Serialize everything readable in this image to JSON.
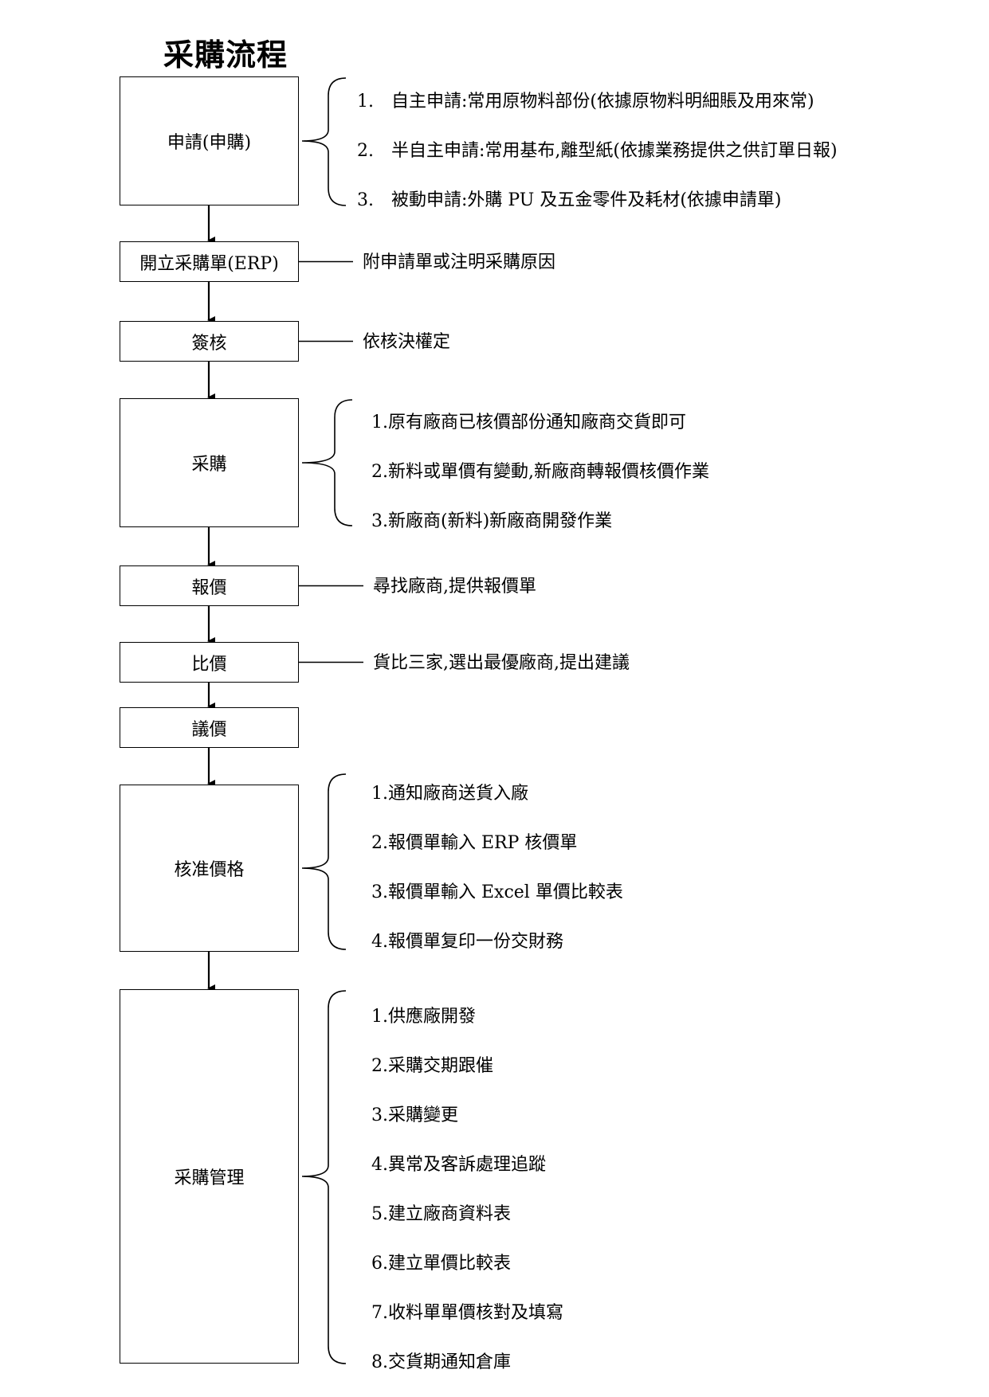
{
  "title": "采購流程",
  "steps": [
    {
      "label": "申請(申購)",
      "items": [
        "1.　自主申請:常用原物料部份(依據原物料明細賬及用來常)",
        "2.　半自主申請:常用基布,離型紙(依據業務提供之供訂單日報)",
        "3.　被動申請:外購 PU 及五金零件及耗材(依據申請單)"
      ]
    },
    {
      "label": "開立采購單(ERP)",
      "note": "附申請單或注明采購原因"
    },
    {
      "label": "簽核",
      "note": "依核決權定"
    },
    {
      "label": "采購",
      "items": [
        "1.原有廠商已核價部份通知廠商交貨即可",
        "2.新料或單價有變動,新廠商轉報價核價作業",
        "3.新廠商(新料)新廠商開發作業"
      ]
    },
    {
      "label": "報價",
      "note": "尋找廠商,提供報價單"
    },
    {
      "label": "比價",
      "note": "貨比三家,選出最優廠商,提出建議"
    },
    {
      "label": "議價"
    },
    {
      "label": "核准價格",
      "items": [
        "1.通知廠商送貨入廠",
        "2.報價單輸入 ERP 核價單",
        "3.報價單輸入 Excel 單價比較表",
        "4.報價單复印一份交財務"
      ]
    },
    {
      "label": "采購管理",
      "items": [
        "1.供應廠開發",
        "2.采購交期跟催",
        "3.采購變更",
        "4.異常及客訴處理追蹤",
        "5.建立廠商資料表",
        "6.建立單價比較表",
        "7.收料單單價核對及填寫",
        "8.交貨期通知倉庫"
      ]
    }
  ]
}
